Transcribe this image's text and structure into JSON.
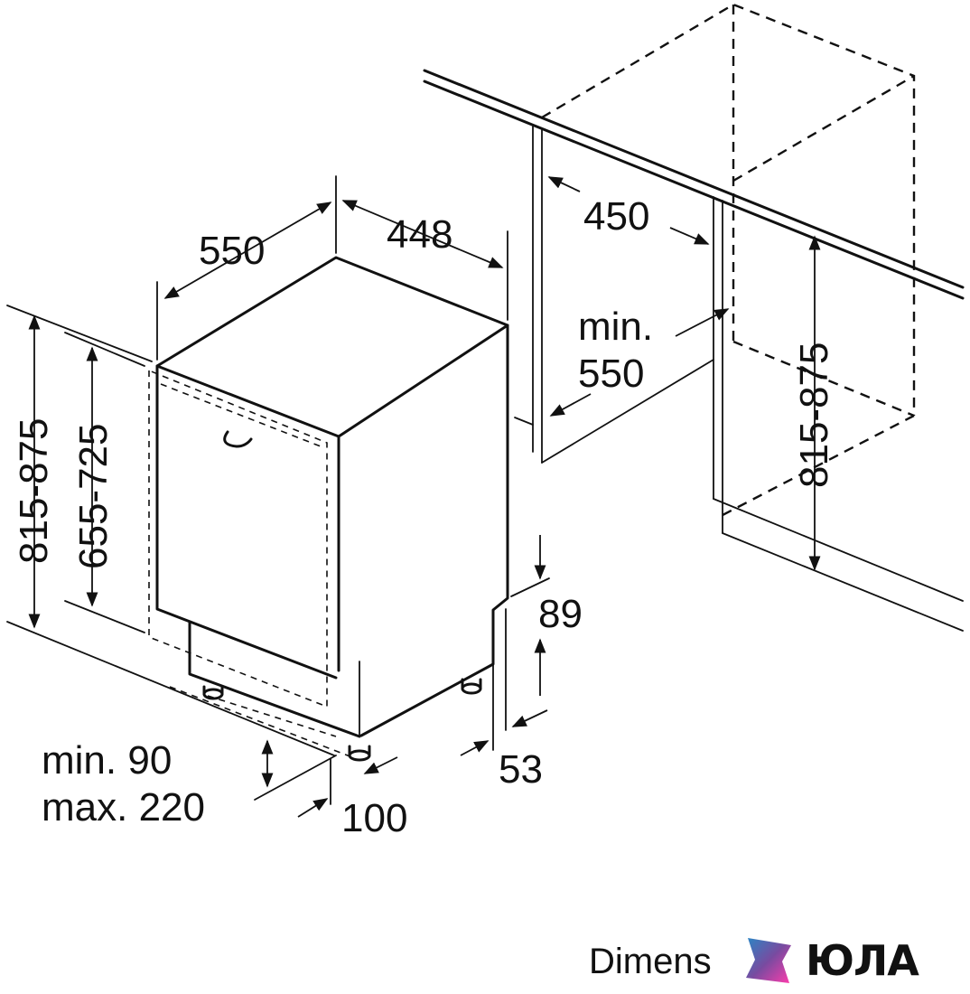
{
  "diagram": {
    "labels": {
      "depth": "550",
      "width": "448",
      "niche_depth": "450",
      "niche_width_line1": "min.",
      "niche_width_line2": "550",
      "height_total_left": "815-875",
      "height_body": "655-725",
      "height_total_right": "815-875",
      "top_clearance": "89",
      "foot_height": "53",
      "plinth_line1": "min. 90",
      "plinth_line2": "max. 220",
      "plinth_depth": "100"
    },
    "footer": {
      "caption": "Dimens",
      "brand": "ЮЛА"
    },
    "colors": {
      "line": "#111111",
      "background": "#ffffff",
      "brand_gradient_start": "#ff3cac",
      "brand_gradient_mid": "#784ba0",
      "brand_gradient_end": "#2b86c5"
    }
  }
}
